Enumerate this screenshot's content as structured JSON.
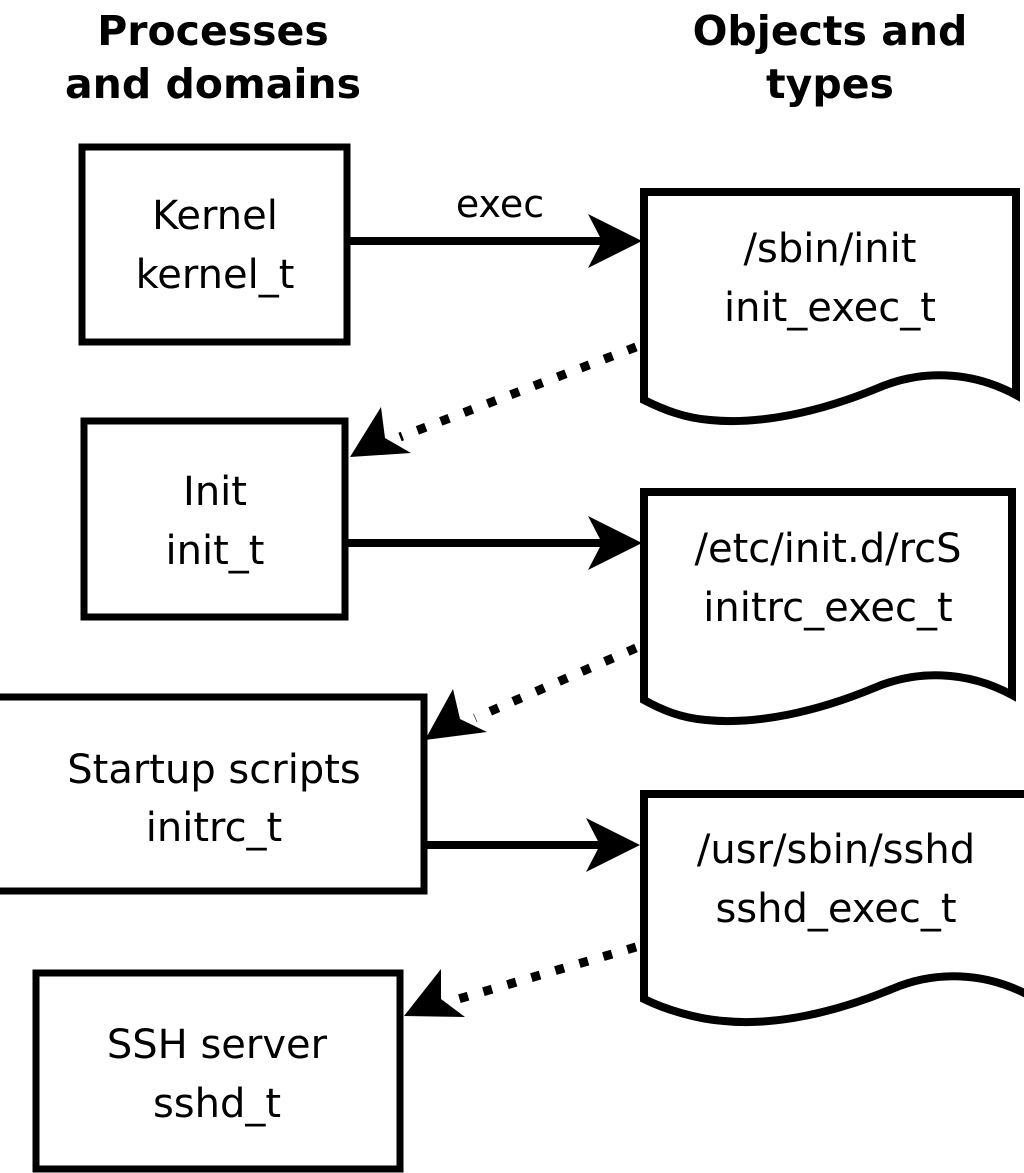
{
  "diagram": {
    "title_left": "Processes\nand domains",
    "headers": [
      {
        "id": "processes-domains",
        "line1": "Processes",
        "line2": "and domains"
      },
      {
        "id": "objects-types",
        "line1": "Objects and",
        "line2": "types"
      }
    ],
    "colors": {
      "background": "#ffffff",
      "stroke": "#000000",
      "text": "#000000"
    },
    "process_nodes": [
      {
        "id": "kernel",
        "line1": "Kernel",
        "line2": "kernel_t"
      },
      {
        "id": "init",
        "line1": "Init",
        "line2": "init_t"
      },
      {
        "id": "startup-scripts",
        "line1": "Startup scripts",
        "line2": "initrc_t"
      },
      {
        "id": "ssh-server",
        "line1": "SSH server",
        "line2": "sshd_t"
      }
    ],
    "object_nodes": [
      {
        "id": "sbin-init",
        "line1": "/sbin/init",
        "line2": "init_exec_t"
      },
      {
        "id": "etc-initd-rcs",
        "line1": "/etc/init.d/rcS",
        "line2": "initrc_exec_t"
      },
      {
        "id": "usr-sbin-sshd",
        "line1": "/usr/sbin/sshd",
        "line2": "sshd_exec_t"
      }
    ],
    "edges": [
      {
        "id": "kernel-execs-sbin-init",
        "from": "kernel",
        "to": "sbin-init",
        "label": "exec",
        "style": "solid"
      },
      {
        "id": "sbin-init-transitions-init",
        "from": "sbin-init",
        "to": "init",
        "label": "",
        "style": "dotted"
      },
      {
        "id": "init-execs-rcs",
        "from": "init",
        "to": "etc-initd-rcs",
        "label": "",
        "style": "solid"
      },
      {
        "id": "rcs-transitions-initrc",
        "from": "etc-initd-rcs",
        "to": "startup-scripts",
        "label": "",
        "style": "dotted"
      },
      {
        "id": "initrc-execs-sshd",
        "from": "startup-scripts",
        "to": "usr-sbin-sshd",
        "label": "",
        "style": "solid"
      },
      {
        "id": "sshd-exec-transitions-sshd",
        "from": "usr-sbin-sshd",
        "to": "ssh-server",
        "label": "",
        "style": "dotted"
      }
    ]
  }
}
